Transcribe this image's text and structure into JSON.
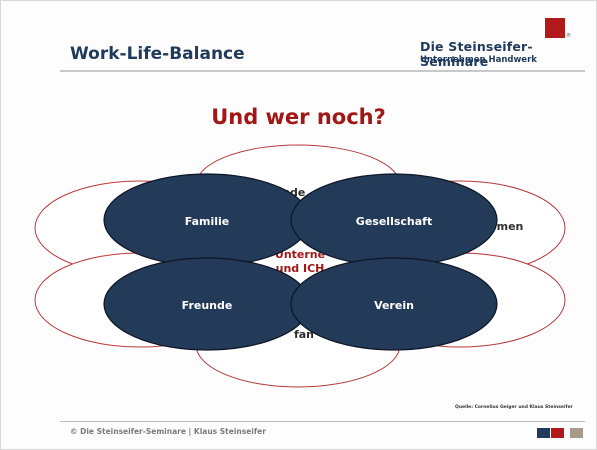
{
  "header": {
    "title": "Work-Life-Balance",
    "brand_name": "Die Steinseifer-Seminare",
    "brand_sub": "Unternehmen Handwerk",
    "brand_mark": "®"
  },
  "heading": "Und wer noch?",
  "background_circles": [
    {
      "label": "ande"
    },
    {
      "label": "men"
    },
    {
      "label": "fan"
    },
    {
      "label": "Unterne"
    },
    {
      "label": "und ICH"
    }
  ],
  "front_circles": [
    {
      "label": "Familie"
    },
    {
      "label": "Gesellschaft"
    },
    {
      "label": "Freunde"
    },
    {
      "label": "Verein"
    }
  ],
  "source": "Quelle: Cornelius Geiger und Klaus Steinseifer",
  "footer": {
    "text": "© Die Steinseifer-Seminare | Klaus Steinseifer"
  },
  "colors": {
    "navy": "#1f3a5b",
    "circle_fill": "#243a59",
    "red": "#a31616",
    "footer_squares": [
      "#1f3a5b",
      "#b01a1a",
      "#a89a88"
    ]
  }
}
